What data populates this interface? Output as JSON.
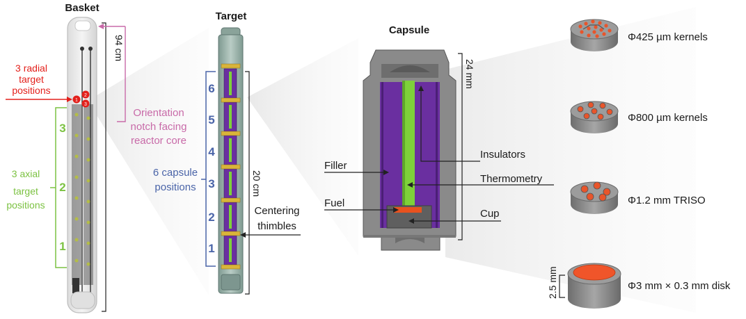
{
  "titles": {
    "basket": "Basket",
    "target": "Target",
    "capsule": "Capsule"
  },
  "dimensions": {
    "basket_length": "94 cm",
    "target_length": "20 cm",
    "capsule_length": "24 mm",
    "disk_height": "2.5 mm"
  },
  "basket_labels": {
    "radial_line1": "3 radial",
    "radial_line2": "target",
    "radial_line3": "positions",
    "radial_numbers": [
      "1",
      "2",
      "3"
    ],
    "axial_line1": "3 axial",
    "axial_line2": "target",
    "axial_line3": "positions",
    "axial_numbers": [
      "3",
      "2",
      "1"
    ],
    "orientation_line1": "Orientation",
    "orientation_line2": "notch facing",
    "orientation_line3": "reactor core"
  },
  "target_labels": {
    "capsule_positions_line1": "6 capsule",
    "capsule_positions_line2": "positions",
    "position_numbers": [
      "6",
      "5",
      "4",
      "3",
      "2",
      "1"
    ],
    "centering_line1": "Centering",
    "centering_line2": "thimbles"
  },
  "capsule_labels": {
    "filler": "Filler",
    "fuel": "Fuel",
    "insulators": "Insulators",
    "thermometry": "Thermometry",
    "cup": "Cup"
  },
  "fuel_types": [
    "Φ425 µm kernels",
    "Φ800 µm kernels",
    "Φ1.2 mm TRISO",
    "Φ3 mm × 0.3 mm disk"
  ],
  "colors": {
    "red": "#e3201b",
    "green": "#7cc242",
    "pink": "#c86aa8",
    "blue": "#4a64a8",
    "purple": "#6a2fa0",
    "insulator_green": "#7ed13a",
    "steel": "#8a8a8a",
    "target_teal": "#9fb5ad",
    "fuel_orange": "#f0552a"
  }
}
